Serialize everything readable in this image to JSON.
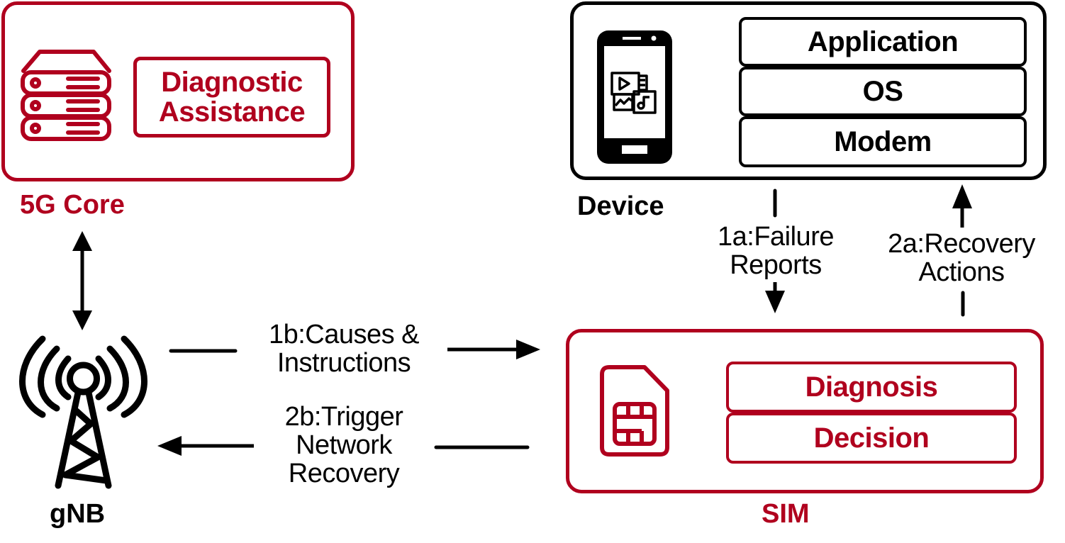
{
  "colors": {
    "accent_red": "#b0001e",
    "black": "#000000",
    "background": "#ffffff"
  },
  "core": {
    "label": "5G Core",
    "icon": "server-stack-icon",
    "module": "Diagnostic\nAssistance"
  },
  "device": {
    "label": "Device",
    "icon": "smartphone-media-icon",
    "layers": [
      "Application",
      "OS",
      "Modem"
    ]
  },
  "gnb": {
    "label": "gNB",
    "icon": "cell-tower-icon"
  },
  "sim": {
    "label": "SIM",
    "icon": "sim-card-icon",
    "modules": [
      "Diagnosis",
      "Decision"
    ]
  },
  "flows": {
    "core_gnb": "bidirectional",
    "f1a": "1a:Failure\nReports",
    "f2a": "2a:Recovery\nActions",
    "f1b": "1b:Causes &\nInstructions",
    "f2b": "2b:Trigger\nNetwork\nRecovery"
  }
}
